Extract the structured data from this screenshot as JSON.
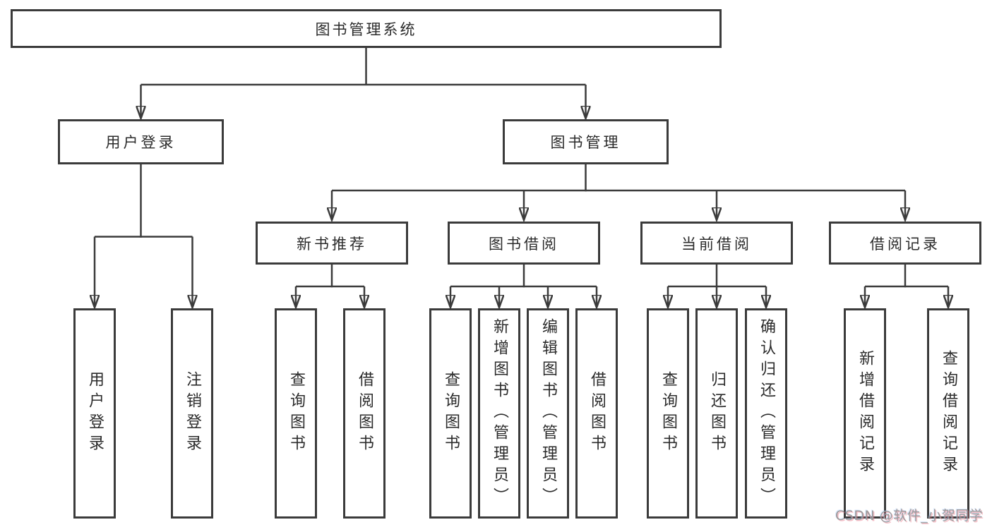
{
  "diagram": {
    "type": "hierarchy-tree",
    "title": "图书管理系统"
  },
  "nodes": {
    "root": {
      "label": "图书管理系统"
    },
    "user_login_branch": {
      "label": "用户登录"
    },
    "book_management": {
      "label": "图书管理"
    },
    "new_book_recommend": {
      "label": "新书推荐"
    },
    "book_borrowing": {
      "label": "图书借阅"
    },
    "current_borrowing": {
      "label": "当前借阅"
    },
    "borrowing_records": {
      "label": "借阅记录"
    },
    "user_login": {
      "label": "用户登录"
    },
    "logout_login": {
      "label": "注销登录"
    },
    "recommend_query_books": {
      "label": "查询图书"
    },
    "recommend_borrow_books": {
      "label": "借阅图书"
    },
    "borrowing_query_books": {
      "label": "查询图书"
    },
    "borrowing_add_books": {
      "label": "新增图书（管理员）"
    },
    "borrowing_edit_books": {
      "label": "编辑图书（管理员）"
    },
    "borrowing_borrow_books": {
      "label": "借阅图书"
    },
    "current_query_books": {
      "label": "查询图书"
    },
    "current_return_books": {
      "label": "归还图书"
    },
    "current_confirm_return": {
      "label": "确认归还（管理员）"
    },
    "records_add_record": {
      "label": "新增借阅记录"
    },
    "records_query_record": {
      "label": "查询借阅记录"
    }
  },
  "edges": [
    [
      "root",
      "user_login_branch"
    ],
    [
      "root",
      "book_management"
    ],
    [
      "user_login_branch",
      "user_login"
    ],
    [
      "user_login_branch",
      "logout_login"
    ],
    [
      "book_management",
      "new_book_recommend"
    ],
    [
      "book_management",
      "book_borrowing"
    ],
    [
      "book_management",
      "current_borrowing"
    ],
    [
      "book_management",
      "borrowing_records"
    ],
    [
      "new_book_recommend",
      "recommend_query_books"
    ],
    [
      "new_book_recommend",
      "recommend_borrow_books"
    ],
    [
      "book_borrowing",
      "borrowing_query_books"
    ],
    [
      "book_borrowing",
      "borrowing_add_books"
    ],
    [
      "book_borrowing",
      "borrowing_edit_books"
    ],
    [
      "book_borrowing",
      "borrowing_borrow_books"
    ],
    [
      "current_borrowing",
      "current_query_books"
    ],
    [
      "current_borrowing",
      "current_return_books"
    ],
    [
      "current_borrowing",
      "current_confirm_return"
    ],
    [
      "borrowing_records",
      "records_add_record"
    ],
    [
      "borrowing_records",
      "records_query_record"
    ]
  ],
  "watermark": {
    "text": "CSDN @软件_小贺同学"
  },
  "colors": {
    "background": "#ffffff",
    "line": "#3b3b3b",
    "box_border": "#3b3b3b",
    "text": "#2b2b2b",
    "watermark": "#9b9b9b"
  }
}
